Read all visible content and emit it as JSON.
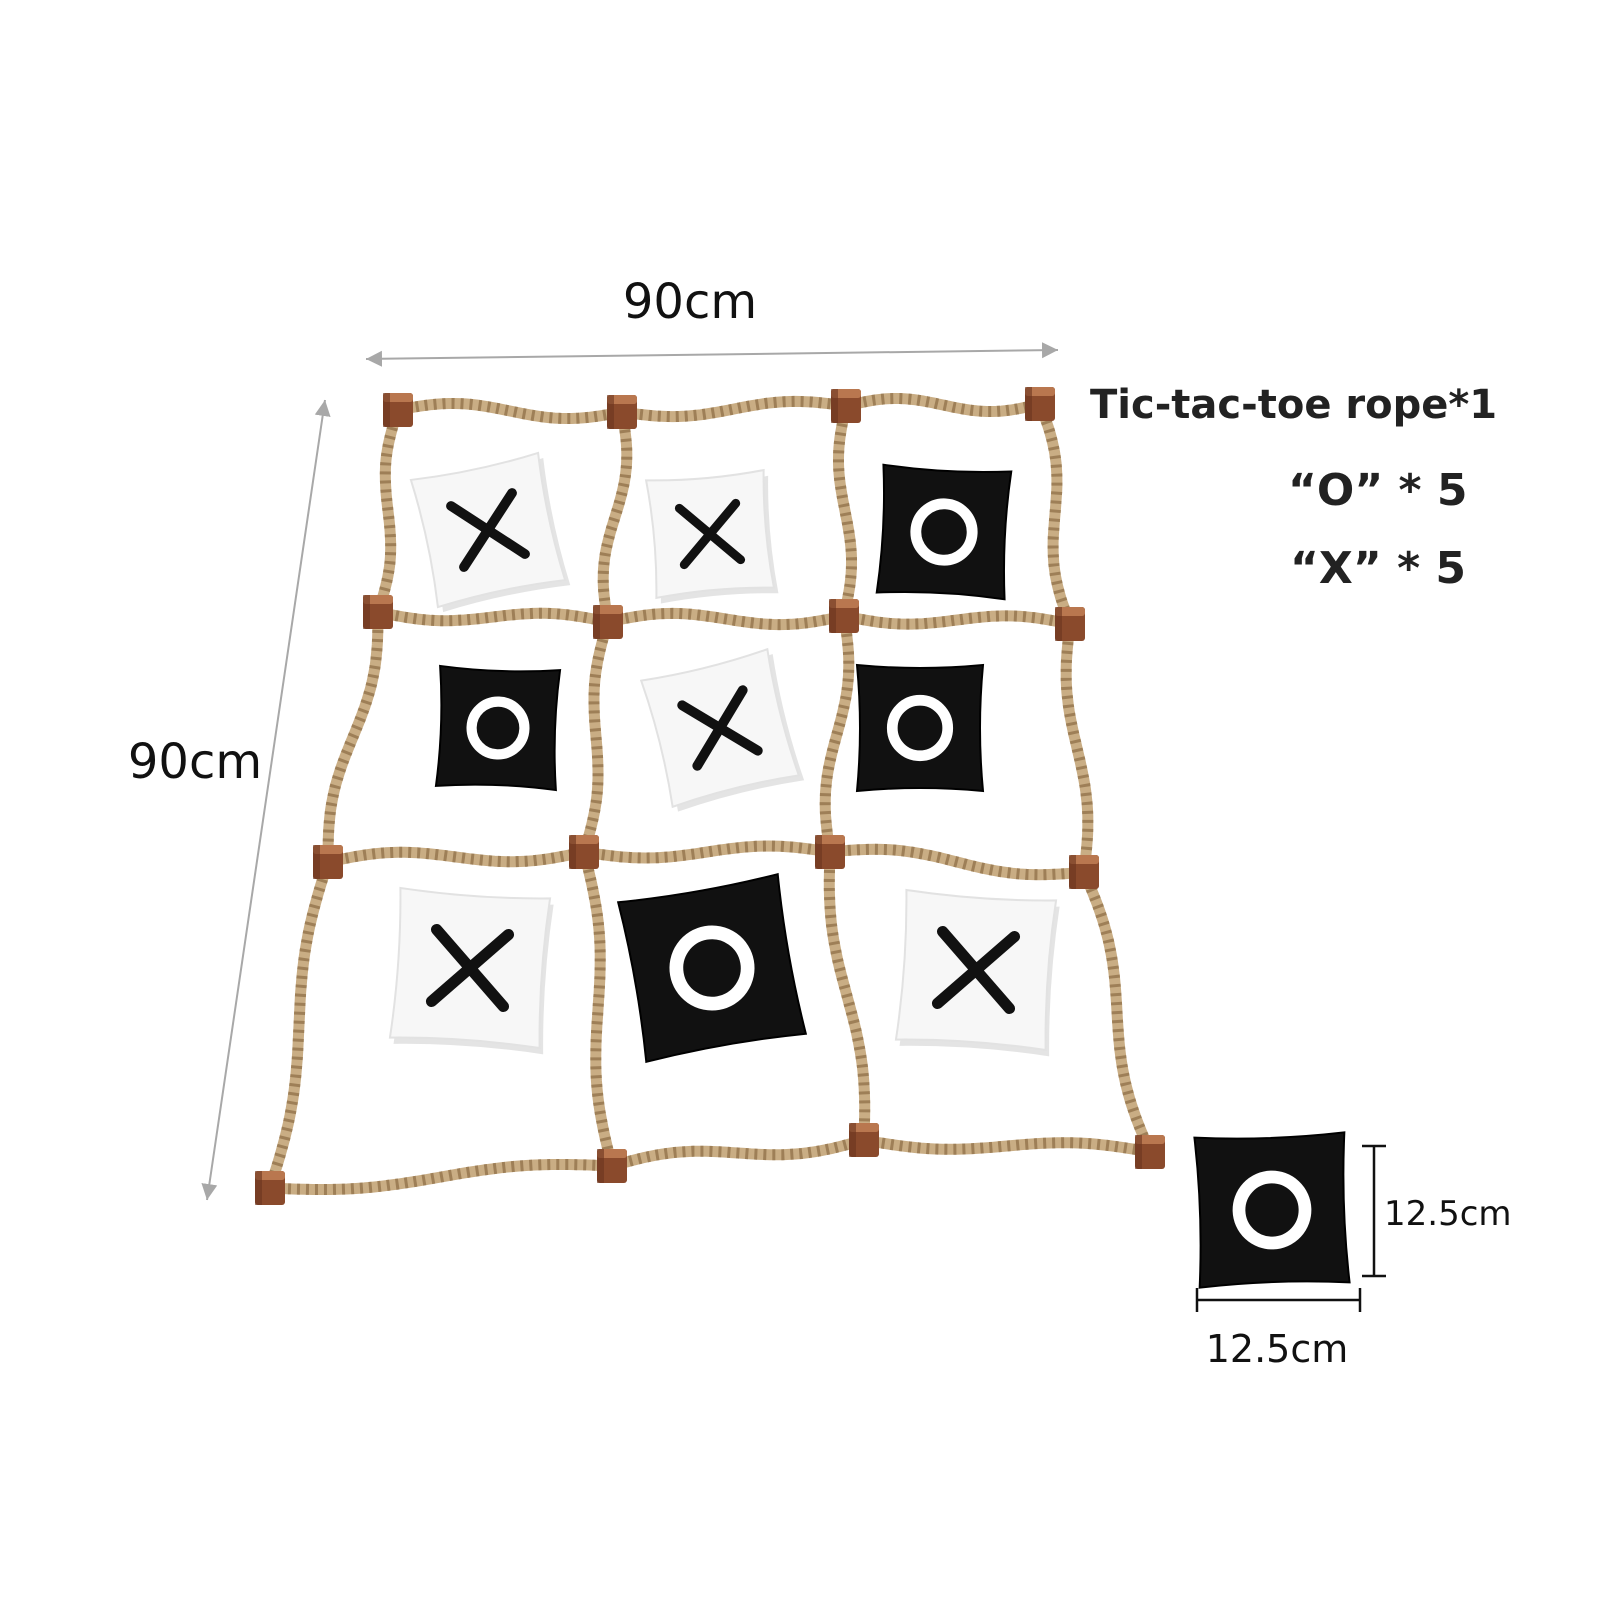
{
  "dimensions": {
    "width_label": "90cm",
    "height_label": "90cm",
    "bag_height_label": "12.5cm",
    "bag_width_label": "12.5cm"
  },
  "specs": {
    "rope_line": "Tic-tac-toe rope*1",
    "o_line": "“O” *  5",
    "x_line": "“X” *  5"
  },
  "board": {
    "grid_size": 3,
    "cells": [
      "X",
      "X",
      "O",
      "O",
      "X",
      "O",
      "X",
      "O",
      "X"
    ]
  },
  "colors": {
    "rope": "#c9ad84",
    "wood_block": "#8a4a2c",
    "black_bag": "#111111",
    "white_bag": "#f7f7f7"
  }
}
